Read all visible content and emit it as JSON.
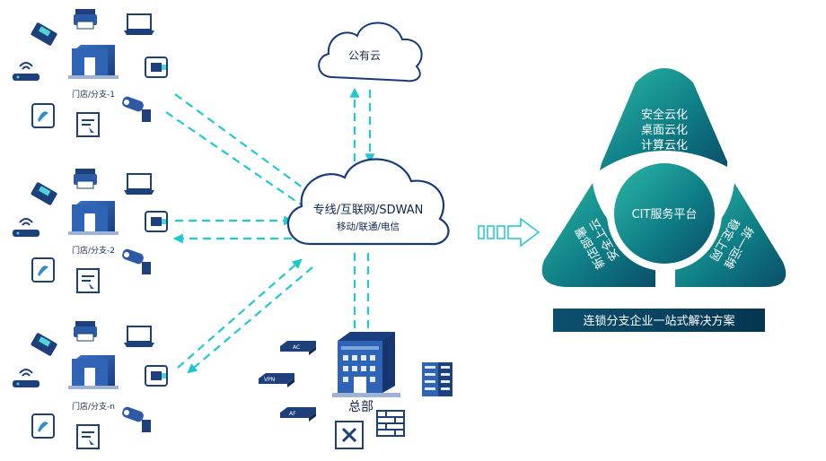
{
  "branches": [
    {
      "label": "门店/分支-1"
    },
    {
      "label": "门店/分支-2"
    },
    {
      "label": "门店/分支-n"
    }
  ],
  "public_cloud": {
    "label": "公有云"
  },
  "network_cloud": {
    "line1": "专线/互联网/SDWAN",
    "line2": "移动/联通/电信"
  },
  "hq": {
    "label": "总部",
    "devices": [
      {
        "label": "AC"
      },
      {
        "label": "VPN"
      },
      {
        "label": "AF"
      }
    ]
  },
  "triangle": {
    "top": [
      "安全云化",
      "桌面云化",
      "计算云化"
    ],
    "center": "CIT服务平台",
    "left": [
      "新店部署",
      "安全上云"
    ],
    "right": [
      "统一运维",
      "稳定上网"
    ]
  },
  "banner": {
    "label": "连锁分支企业一站式解决方案"
  },
  "colors": {
    "accent": "#1fc7cf",
    "dark": "#0b3c5d",
    "navy": "#173a7c"
  }
}
